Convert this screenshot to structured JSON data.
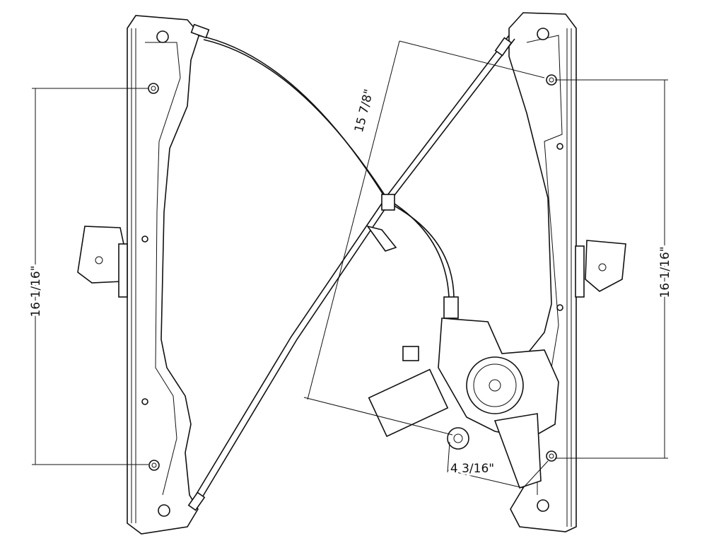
{
  "title": "Window regulator with motor - dimension drawing",
  "dimensions": {
    "left_height": {
      "label": "16 1/16\""
    },
    "diagonal_travel": {
      "label": "15 7/8\""
    },
    "right_height": {
      "label": "16 1/16\""
    },
    "motor_offset": {
      "label": "4 3/16\""
    }
  },
  "colors": {
    "line": "#111111",
    "background": "#ffffff"
  }
}
